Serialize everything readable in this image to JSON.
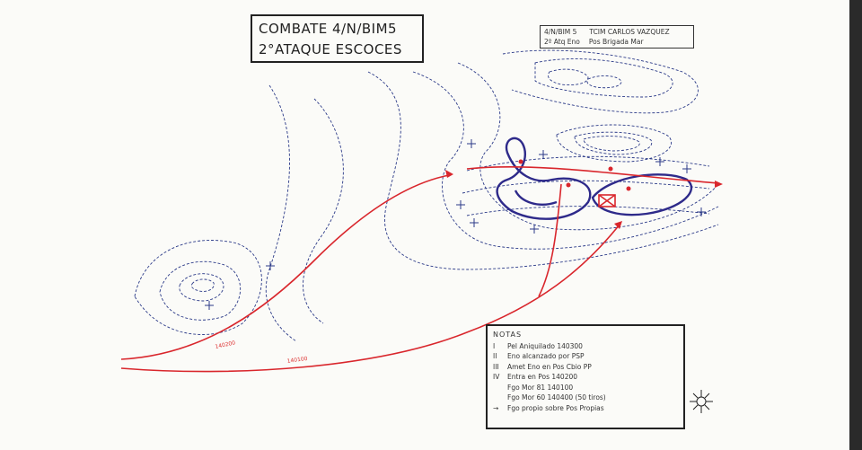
{
  "title": {
    "line1": "COMBATE 4/N/BIM5",
    "line2": "2°ATAQUE ESCOCES"
  },
  "unit_box": {
    "unit": "4/N/BIM 5",
    "commander": "TCIM CARLOS VAZQUEZ",
    "attack": "2º Atq Eno",
    "position": "Pos Brigada Mar"
  },
  "notes": {
    "heading": "NOTAS",
    "items": [
      {
        "marker": "I",
        "text": "Pel Aniquilado 140300"
      },
      {
        "marker": "II",
        "text": "Eno alcanzado por PSP"
      },
      {
        "marker": "III",
        "text": "Amet Eno en Pos Cbio PP"
      },
      {
        "marker": "IV",
        "text": "Entra en Pos 140200"
      },
      {
        "marker": "",
        "text": "Fgo Mor 81 140100"
      },
      {
        "marker": "",
        "text": "Fgo Mor 60 140400 (50 tiros)"
      },
      {
        "marker": "→",
        "text": "Fgo propio sobre Pos Propias"
      }
    ]
  },
  "route_labels": {
    "west": "140200",
    "south": "140100"
  },
  "colors": {
    "route": "#d9262c",
    "position": "#2e2a8a",
    "contour": "#2b3a88",
    "ink": "#222222"
  },
  "compass": "compass-rose-icon"
}
